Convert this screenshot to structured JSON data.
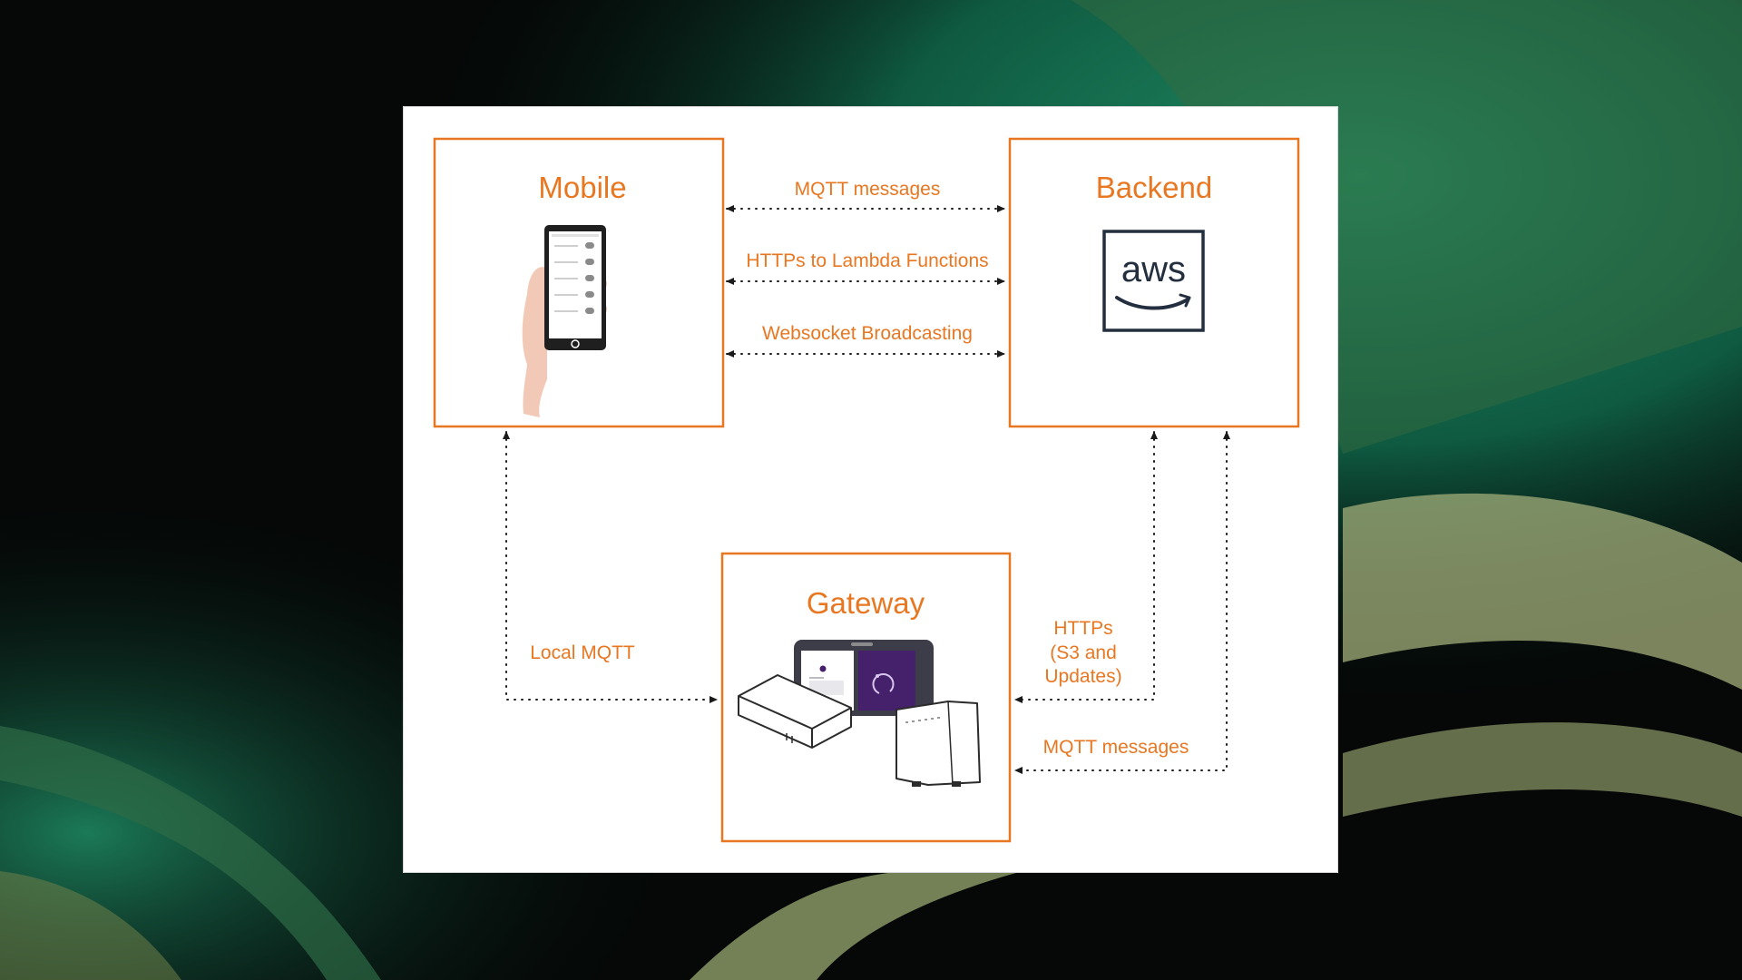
{
  "colors": {
    "accent": "#e87722",
    "connector": "#1a1a1a",
    "aws_box": "#232f3e",
    "card": "#ffffff"
  },
  "nodes": {
    "mobile": {
      "title": "Mobile",
      "icon": "smartphone-in-hand-icon"
    },
    "backend": {
      "title": "Backend",
      "icon": "aws-logo-icon",
      "logo_text": "aws"
    },
    "gateway": {
      "title": "Gateway",
      "icon": "gateway-devices-icon"
    }
  },
  "edges": {
    "mqtt_top": "MQTT messages",
    "https_lambda": "HTTPs to Lambda Functions",
    "websocket": "Websocket Broadcasting",
    "local_mqtt": "Local MQTT",
    "https_s3": [
      "HTTPs",
      "(S3 and",
      "Updates)"
    ],
    "mqtt_bottom": "MQTT messages"
  }
}
